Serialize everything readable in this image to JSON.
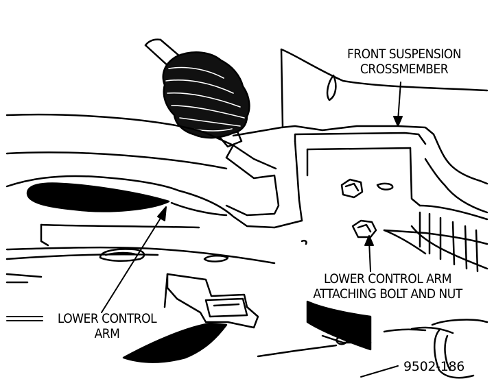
{
  "labels": {
    "crossmember": [
      "FRONT SUSPENSION",
      "CROSSMEMBER"
    ],
    "bolt_nut": [
      "LOWER CONTROL ARM",
      "ATTACHING BOLT AND NUT"
    ],
    "control_arm": [
      "LOWER CONTROL",
      "ARM"
    ]
  },
  "figure_number": "9502-186",
  "colors": {
    "ink": "#000000",
    "paper": "#ffffff"
  }
}
